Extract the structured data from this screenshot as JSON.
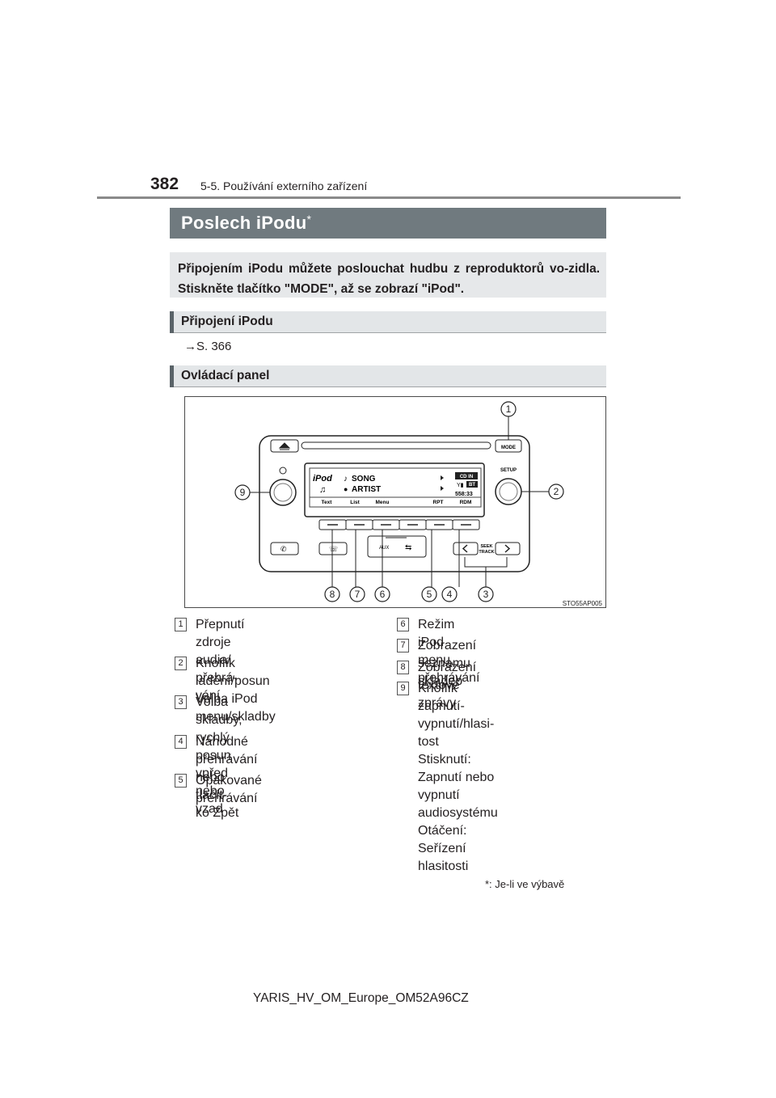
{
  "header": {
    "page_number": "382",
    "section": "5-5. Používání externího zařízení"
  },
  "title": {
    "text": "Poslech iPodu",
    "star": "*"
  },
  "intro": "Připojením iPodu můžete poslouchat hudbu z reproduktorů vo-zidla. Stiskněte tlačítko \"MODE\", až se zobrazí \"iPod\".",
  "subsections": {
    "connect": "Připojení iPodu",
    "panel": "Ovládací panel"
  },
  "reference": "→S. 366",
  "figure": {
    "code": "STO55AP005",
    "callouts": [
      "1",
      "2",
      "3",
      "4",
      "5",
      "6",
      "7",
      "8",
      "9"
    ],
    "labels": {
      "mode": "MODE",
      "setup": "SETUP",
      "seek": "SEEK",
      "track": "TRACK",
      "aux": "AUX",
      "ipod": "iPod",
      "song": "SONG",
      "artist": "ARTIST",
      "cd_in": "CD IN",
      "bt": "BT",
      "time": "558:33",
      "btn_text": "Text",
      "btn_list": "List",
      "btn_menu": "Menu",
      "btn_rpt": "RPT",
      "btn_rdm": "RDM"
    }
  },
  "items_left": [
    {
      "num": "1",
      "text": "Přepnutí zdroje audia/ přehrá-\nvání"
    },
    {
      "num": "2",
      "text": "Knoflík ladění/posun\nVolba iPod menu/skladby"
    },
    {
      "num": "3",
      "text": "Volba skladby, rychlý posun\nvpřed nebo vzad"
    },
    {
      "num": "4",
      "text": "Náhodné přehrávání nebo tlačít-\nko Zpět"
    },
    {
      "num": "5",
      "text": "Opakované přehrávání"
    }
  ],
  "items_right": [
    {
      "num": "6",
      "text": "Režim iPod menu, přehrávání"
    },
    {
      "num": "7",
      "text": "Zobrazení seznamu skladeb"
    },
    {
      "num": "8",
      "text": "Zobrazení textové zprávy"
    },
    {
      "num": "9",
      "text": "Knoflík zapnutí-vypnutí/hlasi-\ntost\nStisknutí: Zapnutí nebo vypnutí\naudiosystému\nOtáčení: Seřízení hlasitosti"
    }
  ],
  "footnote": "*: Je-li ve výbavě",
  "doc_code": "YARIS_HV_OM_Europe_OM52A96CZ"
}
